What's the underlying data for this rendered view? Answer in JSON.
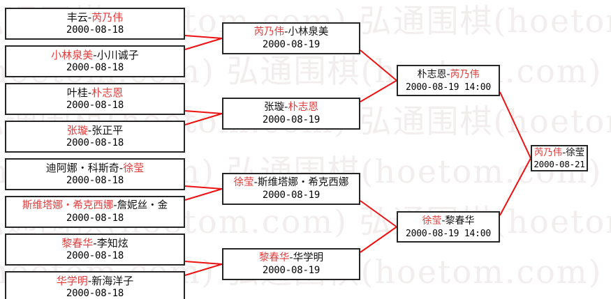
{
  "watermark": {
    "text": "弘通围棋(hoetom.com)",
    "color": "#f2eeee"
  },
  "colors": {
    "winner": "#e23c3c",
    "loser": "#111111",
    "box_border": "#262626",
    "connector": "#ee1111",
    "background": "#ffffff"
  },
  "bracket": {
    "rounds": [
      {
        "name": "round-1",
        "matches": [
          {
            "left": "丰云",
            "right": "芮乃伟",
            "winner": "right",
            "date": "2000-08-18"
          },
          {
            "left": "小林泉美",
            "right": "小川诚子",
            "winner": "left",
            "date": "2000-08-18"
          },
          {
            "left": "叶桂",
            "right": "朴志恩",
            "winner": "right",
            "date": "2000-08-18"
          },
          {
            "left": "张璇",
            "right": "张正平",
            "winner": "left",
            "date": "2000-08-18"
          },
          {
            "left": "迪阿娜・科斯奇",
            "right": "徐莹",
            "winner": "right",
            "date": "2000-08-18"
          },
          {
            "left": "斯维塔娜・希克西娜",
            "right": "詹妮丝・金",
            "winner": "left",
            "date": "2000-08-18"
          },
          {
            "left": "黎春华",
            "right": "李知炫",
            "winner": "left",
            "date": "2000-08-18"
          },
          {
            "left": "华学明",
            "right": "新海洋子",
            "winner": "left",
            "date": "2000-08-18"
          }
        ]
      },
      {
        "name": "round-2",
        "matches": [
          {
            "left": "芮乃伟",
            "right": "小林泉美",
            "winner": "left",
            "date": "2000-08-19"
          },
          {
            "left": "张璇",
            "right": "朴志恩",
            "winner": "right",
            "date": "2000-08-19"
          },
          {
            "left": "徐莹",
            "right": "斯维塔娜・希克西娜",
            "winner": "left",
            "date": "2000-08-19"
          },
          {
            "left": "黎春华",
            "right": "华学明",
            "winner": "left",
            "date": "2000-08-19"
          }
        ]
      },
      {
        "name": "semifinal",
        "matches": [
          {
            "left": "朴志恩",
            "right": "芮乃伟",
            "winner": "right",
            "date": "2000-08-19 14:00"
          },
          {
            "left": "徐莹",
            "right": "黎春华",
            "winner": "left",
            "date": "2000-08-19 14:00"
          }
        ]
      },
      {
        "name": "final",
        "matches": [
          {
            "left": "芮乃伟",
            "right": "徐莹",
            "winner": "left",
            "date": "2000-08-21"
          }
        ]
      }
    ]
  }
}
